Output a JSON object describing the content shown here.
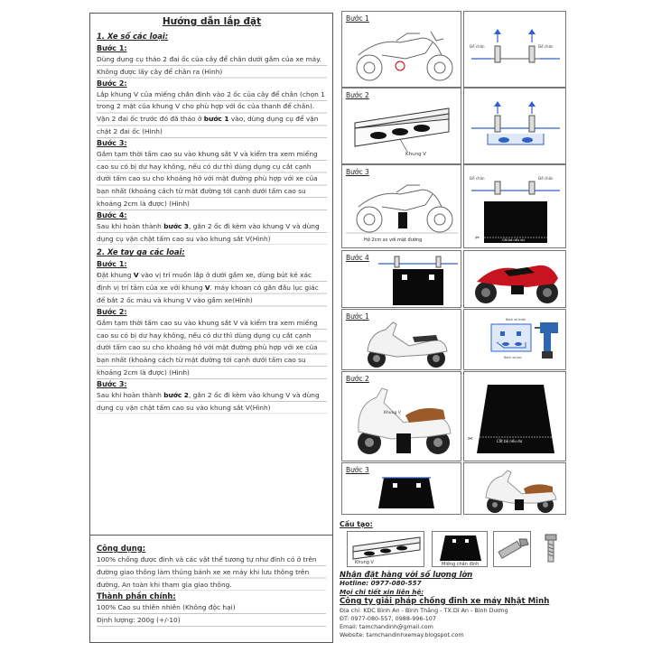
{
  "doc": {
    "title": "Hướng dẫn lắp đặt",
    "section1": {
      "title": "1. Xe số các loại:",
      "step1_label": "Bước 1:",
      "step1_text": "Dùng dụng cụ tháo 2 đai ốc của cây để chân dưới gầm của xe máy. Không được lấy cây để chân ra (Hình)",
      "step2_label": "Bước 2:",
      "step2_text_a": "Lắp khung V của miếng chắn đinh vào 2 ốc của cây để chân (chọn 1 trong 2 mặt của khung V cho phù hợp với ốc của thanh để chân). Vặn 2 đai ốc trước đó đã tháo ở ",
      "step2_bold": "bước 1",
      "step2_text_b": " vào, dùng dụng cụ để vặn chặt 2 đai ốc (Hình)",
      "step3_label": "Bước 3:",
      "step3_text": "Gắm tạm thời tấm cao su vào khung sắt V và kiểm tra xem miếng cao su có bị dư hay không, nếu có dư thì dùng dụng cụ cắt cạnh dưới tấm cao su cho khoảng hở với mặt đường phù hợp với xe của bạn nhất (khoảng cách từ mặt đường tới cạnh dưới tấm cao su khoảng 2cm là được) (Hình)",
      "step4_label": "Bước 4:",
      "step4_text_a": "Sau khi hoàn thành ",
      "step4_bold": "bước 3",
      "step4_text_b": ", gắn 2 ốc đi kèm vào khung V và dùng dụng cụ vặn chặt tấm cao su vào khung sắt V(Hình)"
    },
    "section2": {
      "title": "2. Xe tay ga các loại:",
      "step1_label": "Bước 1:",
      "step1_text_a": "Đặt khung ",
      "step1_bold1": "V",
      "step1_text_b": " vào vị trí muốn lắp ở dưới gầm xe, dùng bút kẻ xác định vị trí tâm của xe với khung ",
      "step1_bold2": "V",
      "step1_text_c": ". máy khoan có gắn đầu lục giác để bắt 2 ốc màu và khung V vào gầm xe(Hình)",
      "step2_label": "Bước 2:",
      "step2_text": "Gắm tạm thời tấm cao su vào khung sắt V và kiểm tra xem miếng cao su có bị dư hay không, nếu có dư thì dùng dụng cụ cắt cạnh dưới tấm cao su cho khoảng hở với mặt đường phù hợp với xe của bạn nhất (khoảng cách từ mặt đường tới cạnh dưới tấm cao su khoảng 2cm là được) (Hình)",
      "step3_label": "Bước 3:",
      "step3_text_a": "Sau khi hoàn thành ",
      "step3_bold": "bước 2",
      "step3_text_b": ", gắn 2 ốc đi kèm vào khung V và dùng dụng cụ vặn chặt tấm cao su vào khung sắt V(Hình)"
    },
    "uses": {
      "title": "Công dụng:",
      "text": "100% chống được đinh và các vật thể tương tự như đinh có ở trên đường giao thông làm thủng bánh xe xe máy khi lưu thông trên đường. An toàn khi tham gia giao thông."
    },
    "composition": {
      "title": "Thành phần chính:",
      "line1": "100% Cao su thiên nhiên (Không độc hại)",
      "line2": "Định lượng: 200g (+/-10)"
    }
  },
  "figures": {
    "step1_label": "Bước 1",
    "step2_label": "Bước 2",
    "step3_label": "Bước 3",
    "step4_label": "Bước 4",
    "de_chan": "Để chân",
    "khung_v": "Khung V",
    "ho_2cm": "Hở 2cm so với mặt đường",
    "cat_bo": "Cắt bỏ nếu dư",
    "cat_bo_du": "Cắt bỏ nếu dư",
    "banh_xe_truoc": "Bánh xe trước",
    "banh_xe_sau": "Bánh xe sau",
    "scooter_khung_v": "Khung V"
  },
  "structure": {
    "title": "Cấu tạo:",
    "khung_v": "Khung V",
    "mieng_chan_dinh": "Miếng chắn đinh"
  },
  "contact": {
    "order": "Nhận đặt hàng với số lượng lớn",
    "hotline": "Hotline: 0977-080-557",
    "info_label": "Mọi chi tiết xin liên hệ:",
    "company": "Công ty giải pháp chống đinh xe máy Nhật Minh",
    "address": "Địa chỉ: KDC Bình An - Bình Thắng - TX.Dĩ An - Bình Dương",
    "phone": "ĐT: 0977-080-557, 0988-996-107",
    "email": "Email: tamchandinh@gmail.com",
    "website": "Website: tamchandinhxemay.blogspot.com"
  },
  "colors": {
    "arrow_blue": "#2f62c8",
    "pad_black": "#0a0a0a",
    "bike_red": "#c8141e",
    "scooter_brown": "#9a5a2a",
    "drill_blue": "#2d67b4"
  }
}
